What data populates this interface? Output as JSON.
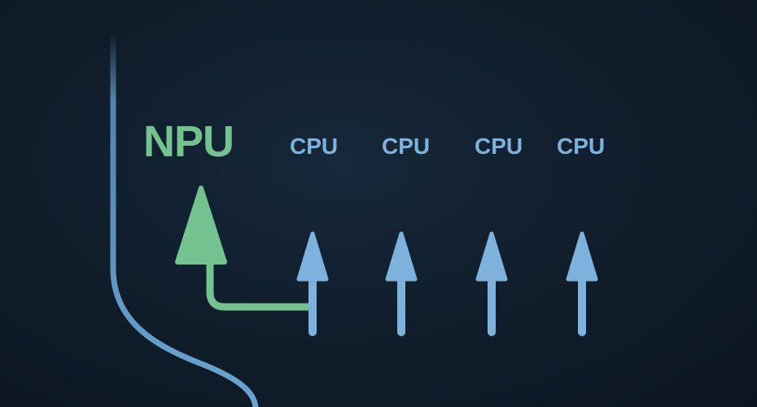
{
  "colors": {
    "background": "#0e1a27",
    "npu_green": "#73c28f",
    "cpu_blue": "#7eb1dc",
    "boundary_blue": "#6aa4d3",
    "divider": "#8fb0cf"
  },
  "npu": {
    "label": "NPU"
  },
  "cpus": [
    {
      "label": "CPU"
    },
    {
      "label": "CPU"
    },
    {
      "label": "CPU"
    },
    {
      "label": "CPU"
    }
  ],
  "icons": [
    "npu-up-arrow-icon",
    "cpu-up-arrow-icon"
  ]
}
